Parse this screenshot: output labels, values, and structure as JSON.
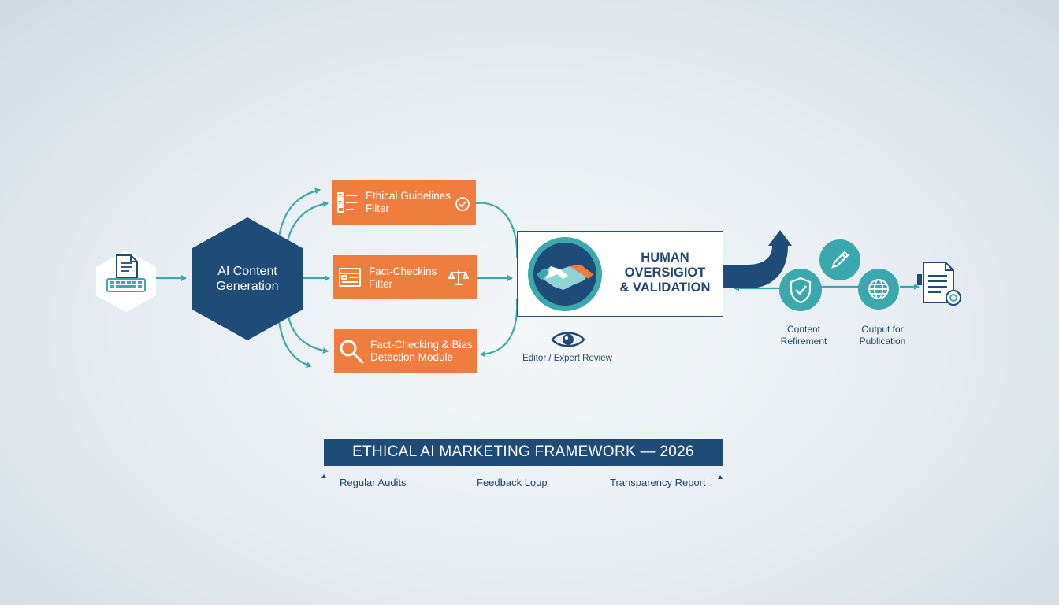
{
  "input_node": {
    "icon": "document-keyboard-icon"
  },
  "ai_node": {
    "line1": "AI Content",
    "line2": "Generation"
  },
  "filters": [
    {
      "line1": "Ethical Guidelines",
      "line2": "Filter",
      "icon": "checklist-icon",
      "end_icon": "shield-check-icon"
    },
    {
      "line1": "Fact-Checkins",
      "line2": "Filter",
      "icon": "document-list-icon",
      "end_icon": "scales-icon"
    },
    {
      "line1": "Fact-Checking & Bias",
      "line2": "Detection Module",
      "icon": "magnifier-icon"
    }
  ],
  "human": {
    "line1": "HUMAN",
    "line2": "OVERSIGIOT",
    "line3": "& VALIDATION",
    "icon": "handshake-icon"
  },
  "editor": {
    "label": "Editor / Expert Review",
    "icon": "eye-icon"
  },
  "outputs": {
    "refinement": {
      "line1": "Content",
      "line2": "Refirement",
      "icon": "shield-check-icon"
    },
    "edit_icon": "pencil-icon",
    "publication": {
      "line1": "Output for",
      "line2": "Publication",
      "icon": "globe-icon"
    },
    "final_icon": "published-document-icon"
  },
  "banner": {
    "title": "ETHICAL AI MARKETING FRAMEWORK — 2026"
  },
  "footer": [
    "Regular Audits",
    "Feedback Loup",
    "Transparency Report"
  ],
  "colors": {
    "navy": "#1f4b77",
    "orange": "#ee7d3e",
    "teal": "#3aa8ad",
    "background": "#e6edf1"
  }
}
